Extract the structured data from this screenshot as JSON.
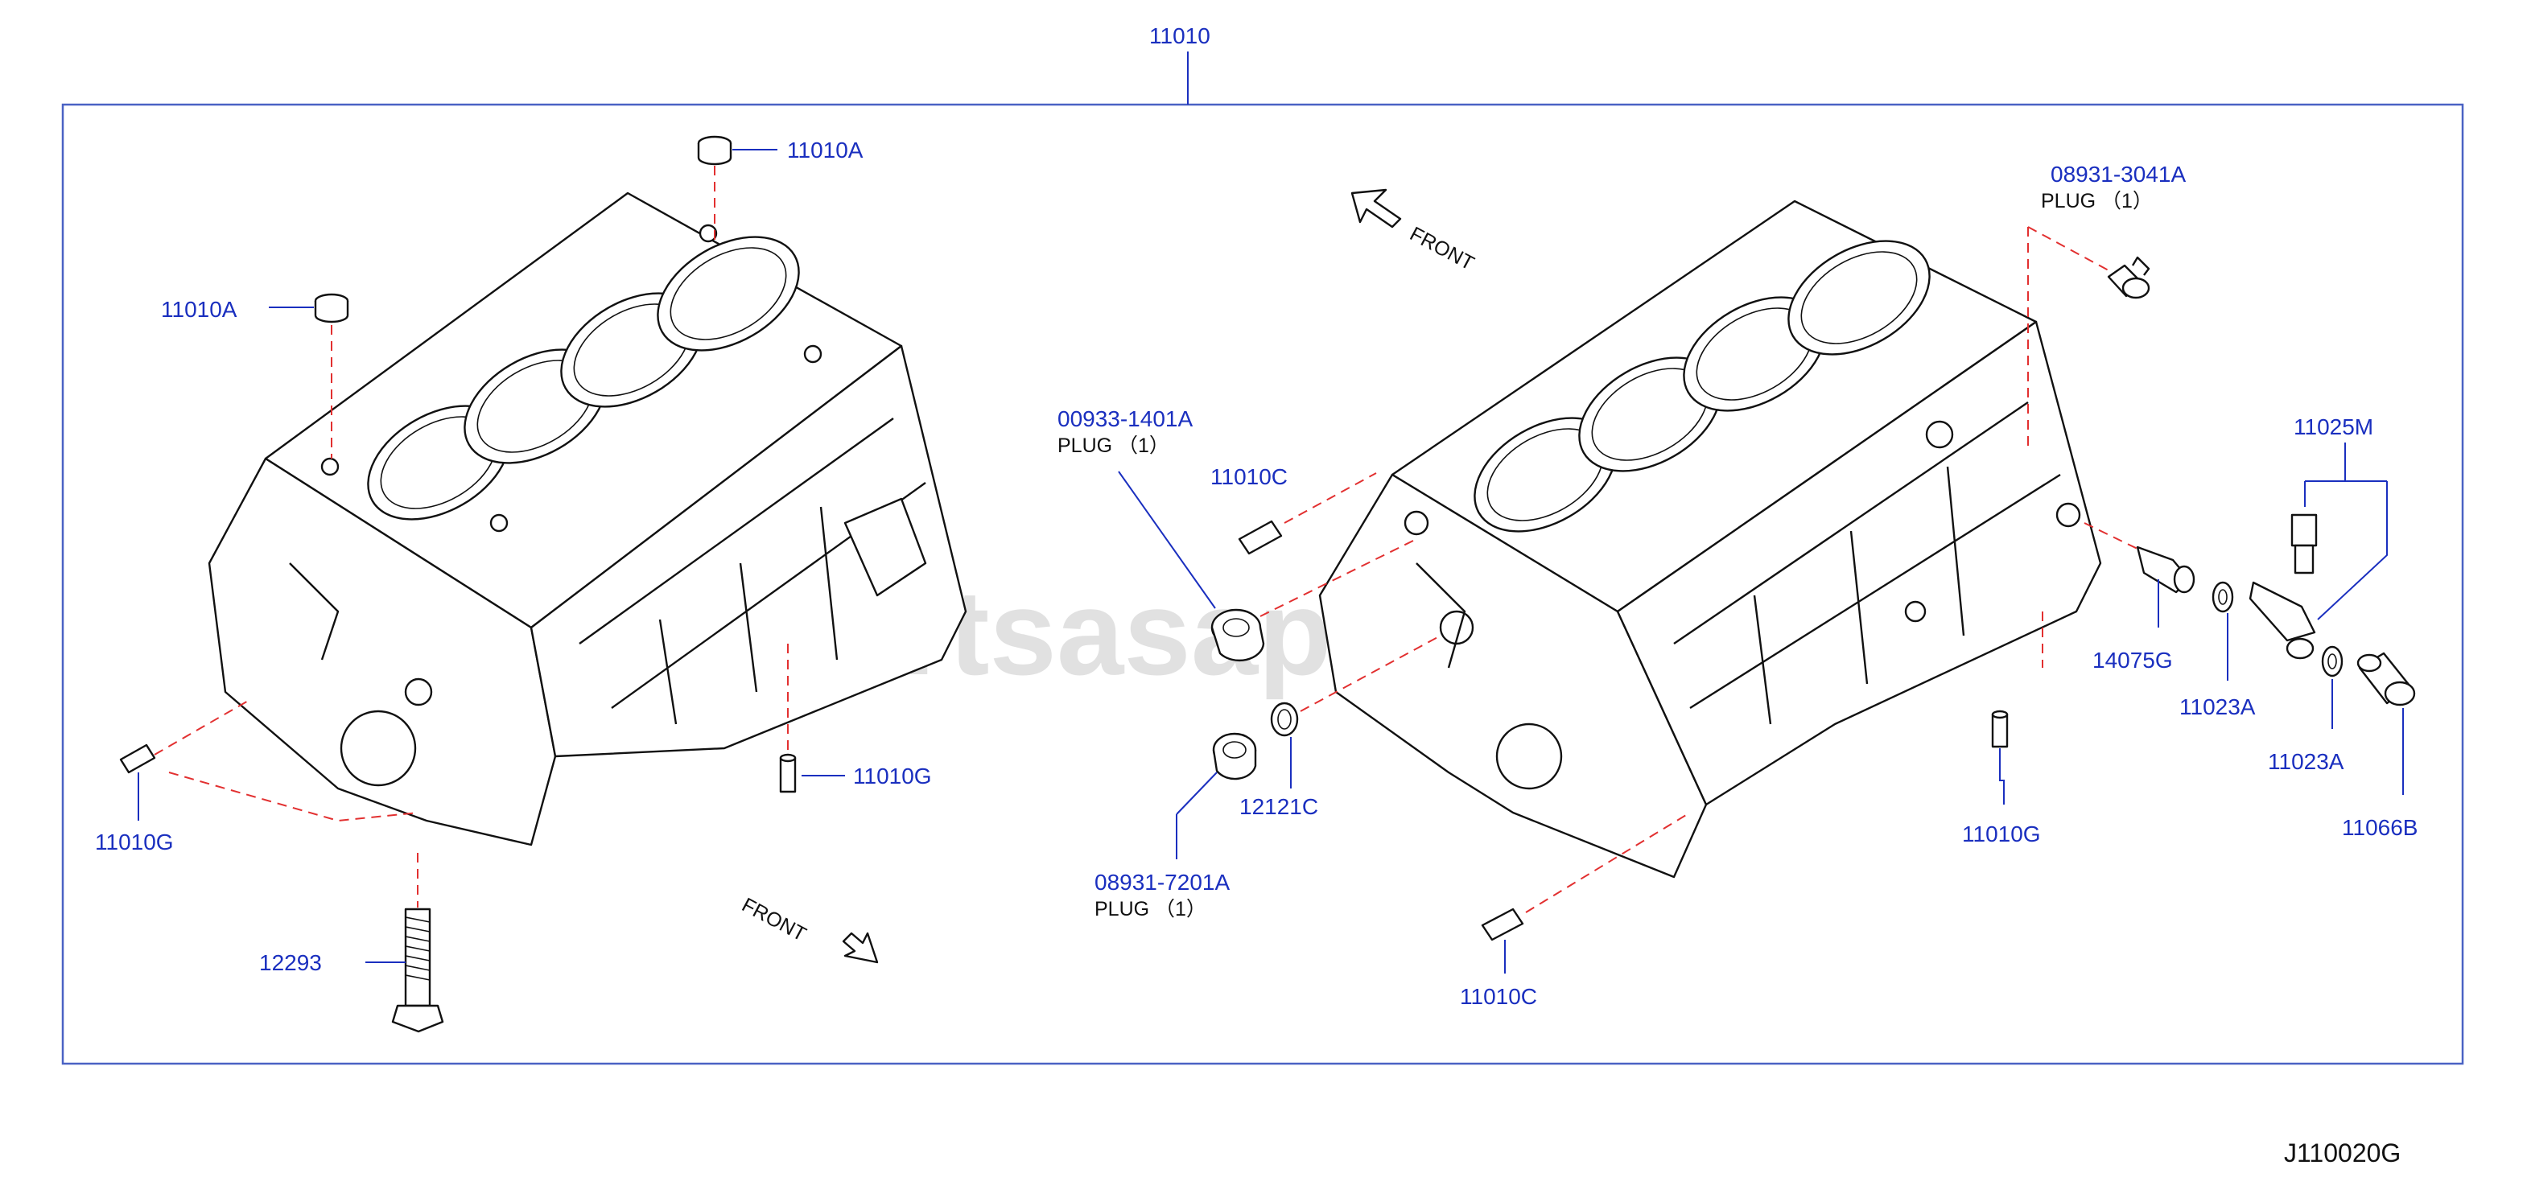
{
  "watermark": "www.partsasap.com",
  "diagram_code": "J110020G",
  "labels": {
    "main_block": "11010",
    "cap_right": "11010A",
    "cap_left": "11010A",
    "pin_left_block": "11010G",
    "pin_mid": "11010G",
    "bolt": "12293",
    "front_top": "FRONT",
    "front_bottom": "FRONT",
    "plug_00933": "00933-1401A",
    "plug_00933_desc": "PLUG （1）",
    "pin_11010c_top": "11010C",
    "seal_12121c": "12121C",
    "plug_08931_7201": "08931-7201A",
    "plug_08931_7201_desc": "PLUG （1）",
    "pin_11010c_bottom": "11010C",
    "plug_08931_3041": "08931-3041A",
    "plug_08931_3041_desc": "PLUG （1）",
    "sensor_11025m": "11025M",
    "connector_14075g": "14075G",
    "washer_11023a_1": "11023A",
    "washer_11023a_2": "11023A",
    "pin_right": "11010G",
    "plug_11066b": "11066B"
  },
  "colors": {
    "label": "#1a2fbf",
    "frame": "#4a62c4",
    "dash": "#e23030",
    "ink": "#111111"
  }
}
